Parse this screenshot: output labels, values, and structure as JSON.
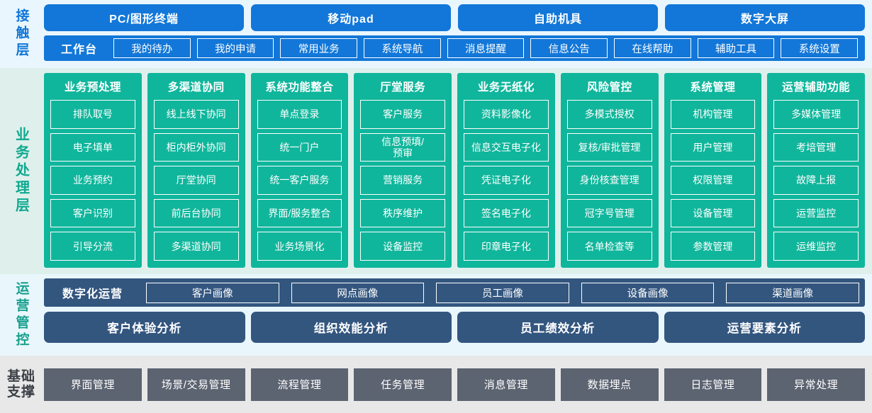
{
  "layers": {
    "contact": {
      "label": "接触层",
      "accent": "#1277d8",
      "channels": [
        "PC/图形终端",
        "移动pad",
        "自助机具",
        "数字大屏"
      ],
      "workbench_title": "工作台",
      "workbench_items": [
        "我的待办",
        "我的申请",
        "常用业务",
        "系统导航",
        "消息提醒",
        "信息公告",
        "在线帮助",
        "辅助工具",
        "系统设置"
      ]
    },
    "business": {
      "label": "业务处理层",
      "accent": "#10b69c",
      "columns": [
        {
          "title": "业务预处理",
          "items": [
            "排队取号",
            "电子填单",
            "业务预约",
            "客户识别",
            "引导分流"
          ]
        },
        {
          "title": "多渠道协同",
          "items": [
            "线上线下协同",
            "柜内柜外协同",
            "厅堂协同",
            "前后台协同",
            "多渠道协同"
          ]
        },
        {
          "title": "系统功能整合",
          "items": [
            "单点登录",
            "统一门户",
            "统一客户服务",
            "界面/服务整合",
            "业务场景化"
          ]
        },
        {
          "title": "厅堂服务",
          "items": [
            "客户服务",
            "信息预填/\n预审",
            "营销服务",
            "秩序维护",
            "设备监控"
          ]
        },
        {
          "title": "业务无纸化",
          "items": [
            "资料影像化",
            "信息交互电子化",
            "凭证电子化",
            "签名电子化",
            "印章电子化"
          ]
        },
        {
          "title": "风险管控",
          "items": [
            "多模式授权",
            "复核/审批管理",
            "身份核查管理",
            "冠字号管理",
            "名单检查等"
          ]
        },
        {
          "title": "系统管理",
          "items": [
            "机构管理",
            "用户管理",
            "权限管理",
            "设备管理",
            "参数管理"
          ]
        },
        {
          "title": "运营辅助功能",
          "items": [
            "多媒体管理",
            "考培管理",
            "故障上报",
            "运营监控",
            "运维监控"
          ]
        }
      ]
    },
    "operations": {
      "label": "运营管控",
      "accent": "#33567f",
      "digital_title": "数字化运营",
      "portraits": [
        "客户画像",
        "网点画像",
        "员工画像",
        "设备画像",
        "渠道画像"
      ],
      "analyses": [
        "客户体验分析",
        "组织效能分析",
        "员工绩效分析",
        "运营要素分析"
      ]
    },
    "foundation": {
      "label_line1": "基础",
      "label_line2": "支撑",
      "accent": "#5c6371",
      "items": [
        "界面管理",
        "场景/交易管理",
        "流程管理",
        "任务管理",
        "消息管理",
        "数据埋点",
        "日志管理",
        "异常处理"
      ]
    }
  }
}
